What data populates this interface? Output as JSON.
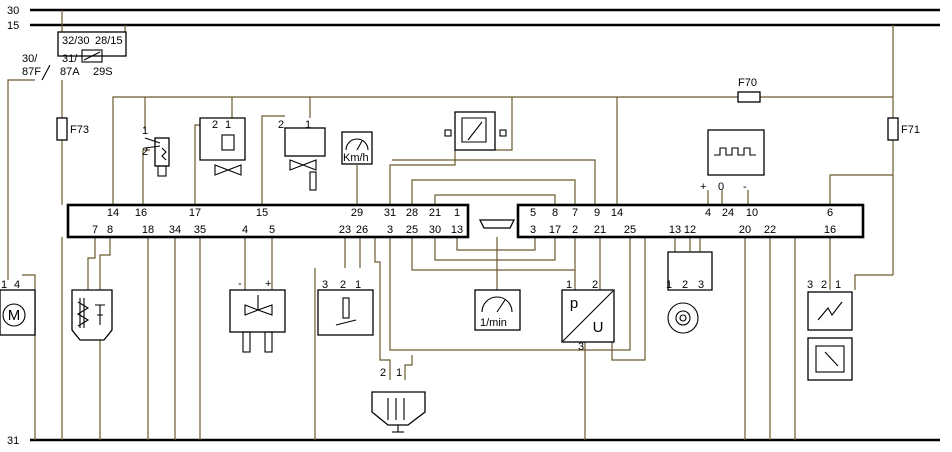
{
  "rails": {
    "r30": "30",
    "r15": "15",
    "r31": "31"
  },
  "relay": {
    "t1": "32/30",
    "t2": "28/15",
    "t3": "30/",
    "t4": "87F",
    "t5": "31/",
    "t6": "87A",
    "t7": "29S"
  },
  "fuses": {
    "f73": "F73",
    "f70": "F70",
    "f71": "F71"
  },
  "motor": {
    "symbol": "M",
    "p1": "1",
    "p4": "4"
  },
  "speedo": {
    "label": "Km/h"
  },
  "tach": {
    "label": "1/min"
  },
  "pu": {
    "p": "p",
    "u": "U",
    "p1": "1",
    "p2": "2",
    "p3": "3"
  },
  "ecu_left": {
    "top_pins": [
      "14",
      "16",
      "17",
      "15",
      "29",
      "31",
      "28",
      "21",
      "1"
    ],
    "bottom_pins": [
      "7",
      "8",
      "18",
      "34",
      "35",
      "4",
      "5",
      "23",
      "26",
      "3",
      "25",
      "30",
      "13"
    ]
  },
  "ecu_right": {
    "top_pins": [
      "5",
      "8",
      "7",
      "9",
      "14",
      "4",
      "24",
      "10",
      "6"
    ],
    "bottom_pins": [
      "3",
      "17",
      "2",
      "21",
      "25",
      "13",
      "12",
      "20",
      "22",
      "16"
    ]
  },
  "misc": {
    "inj_1": "1",
    "inj_2": "2",
    "v1_2": "2",
    "v1_1": "1",
    "v2_2": "2",
    "v2_1": "1",
    "pot_3": "3",
    "pot_2": "2",
    "pot_1": "1",
    "valve_minus": "-",
    "valve_plus": "+",
    "knock_2": "2",
    "knock_1": "1",
    "sens_1": "1",
    "sens_2": "2",
    "sens_3": "3",
    "ign_3": "3",
    "ign_2": "2",
    "ign_1": "1",
    "sq_plus": "+",
    "sq_0": "0",
    "sq_minus": "-"
  }
}
